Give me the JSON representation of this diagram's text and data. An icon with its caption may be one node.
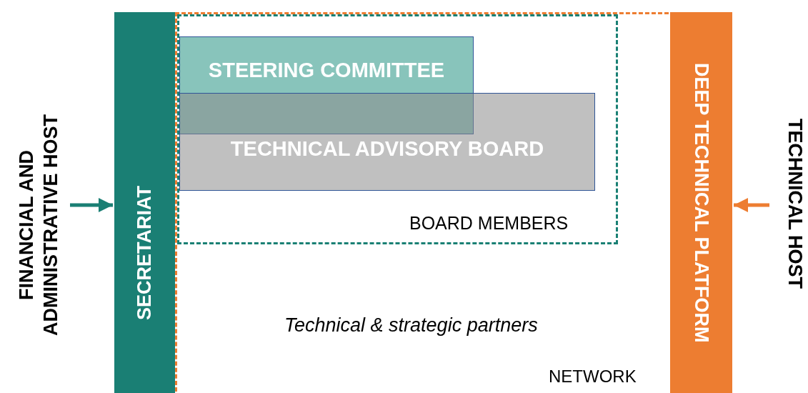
{
  "diagram": {
    "nodes": [
      {
        "text": [
          "FINANCIAL AND ADMINISTRATIVE HOST"
        ]
      },
      {
        "text": [
          "SECRETARIAT"
        ]
      },
      {
        "text": [
          "Technical & strategic partners",
          "NETWORK"
        ]
      },
      {
        "text": [
          "BOARD MEMBERS"
        ],
        "in": 2
      },
      {
        "text": [
          "STEERING COMMITTEE"
        ],
        "in": 3
      },
      {
        "text": [
          "TECHNICAL ADVISORY BOARD"
        ],
        "in": 3
      },
      {
        "text": [
          "DEEP TECHNICAL PLATFORM"
        ]
      },
      {
        "text": [
          "TECHNICAL HOST"
        ]
      }
    ],
    "edges": [
      {
        "from": 0,
        "to": 1,
        "arrow": "to",
        "color": "#1a7f74"
      },
      {
        "from": 7,
        "to": 6,
        "arrow": "to",
        "color": "#ed7d31"
      }
    ]
  }
}
